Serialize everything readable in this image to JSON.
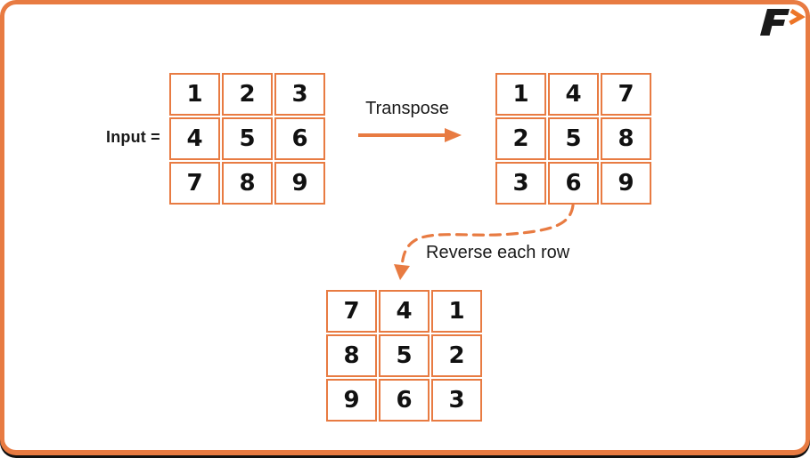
{
  "colors": {
    "accent": "#E87B42",
    "chevron": "#ED7527",
    "text": "#1A1A1A",
    "digit": "#111111",
    "background": "#FFFFFF",
    "bottom_shadow": "#111111"
  },
  "brand": {
    "logo_letter": "F",
    "logo_chevron_icon": "right-chevron"
  },
  "diagram": {
    "input_label": "Input =",
    "step1_label": "Transpose",
    "step2_label": "Reverse each row",
    "matrices": {
      "input": {
        "rows": [
          [
            "1",
            "2",
            "3"
          ],
          [
            "4",
            "5",
            "6"
          ],
          [
            "7",
            "8",
            "9"
          ]
        ]
      },
      "transposed": {
        "rows": [
          [
            "1",
            "4",
            "7"
          ],
          [
            "2",
            "5",
            "8"
          ],
          [
            "3",
            "6",
            "9"
          ]
        ]
      },
      "reversed": {
        "rows": [
          [
            "7",
            "4",
            "1"
          ],
          [
            "8",
            "5",
            "2"
          ],
          [
            "9",
            "6",
            "3"
          ]
        ]
      }
    }
  }
}
